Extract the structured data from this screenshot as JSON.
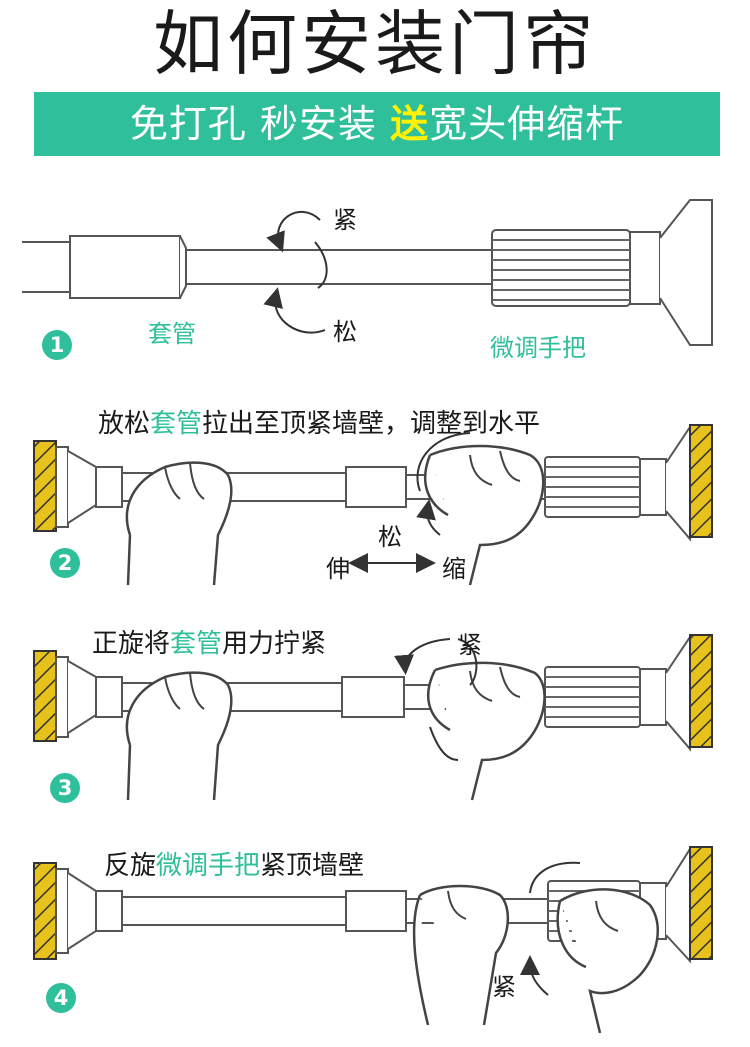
{
  "title": "如何安装门帘",
  "banner": {
    "part1": "免打孔 秒安装 ",
    "highlight": "送",
    "part2": "宽头伸缩杆"
  },
  "colors": {
    "accent": "#2fbf9b",
    "highlight": "#fff200",
    "wall": "#e8c21c",
    "ink": "#1a1a1a"
  },
  "steps": [
    {
      "number": "1",
      "labels": {
        "sleeve": "套管",
        "handle": "微调手把",
        "tighten": "紧",
        "loosen": "松"
      }
    },
    {
      "number": "2",
      "instruction": {
        "a": "放松",
        "g1": "套管",
        "b": "拉出至顶紧墙壁，调整到水平"
      },
      "labels": {
        "loosen": "松",
        "extend": "伸",
        "shrink": "缩"
      }
    },
    {
      "number": "3",
      "instruction": {
        "a": "正旋将",
        "g1": "套管",
        "b": "用力拧紧"
      },
      "labels": {
        "tighten": "紧"
      }
    },
    {
      "number": "4",
      "instruction": {
        "a": "反旋",
        "g1": "微调手把",
        "b": "紧顶墙壁"
      },
      "labels": {
        "tighten": "紧"
      }
    }
  ]
}
